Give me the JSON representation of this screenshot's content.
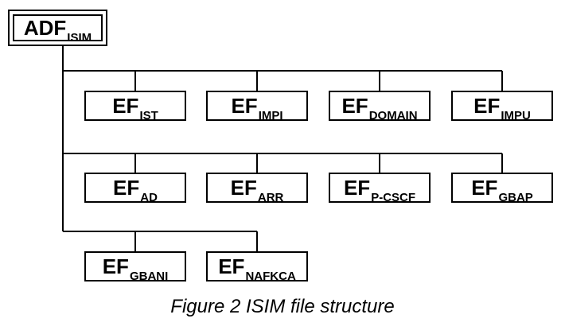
{
  "root": {
    "main": "ADF",
    "sub": "ISIM"
  },
  "rows": [
    [
      {
        "main": "EF",
        "sub": "IST"
      },
      {
        "main": "EF",
        "sub": "IMPI"
      },
      {
        "main": "EF",
        "sub": "DOMAIN"
      },
      {
        "main": "EF",
        "sub": "IMPU"
      }
    ],
    [
      {
        "main": "EF",
        "sub": "AD"
      },
      {
        "main": "EF",
        "sub": "ARR"
      },
      {
        "main": "EF",
        "sub": "P-CSCF"
      },
      {
        "main": "EF",
        "sub": "GBAP"
      }
    ],
    [
      {
        "main": "EF",
        "sub": "GBANI"
      },
      {
        "main": "EF",
        "sub": "NAFKCA"
      }
    ]
  ],
  "caption": "Figure 2 ISIM file structure"
}
